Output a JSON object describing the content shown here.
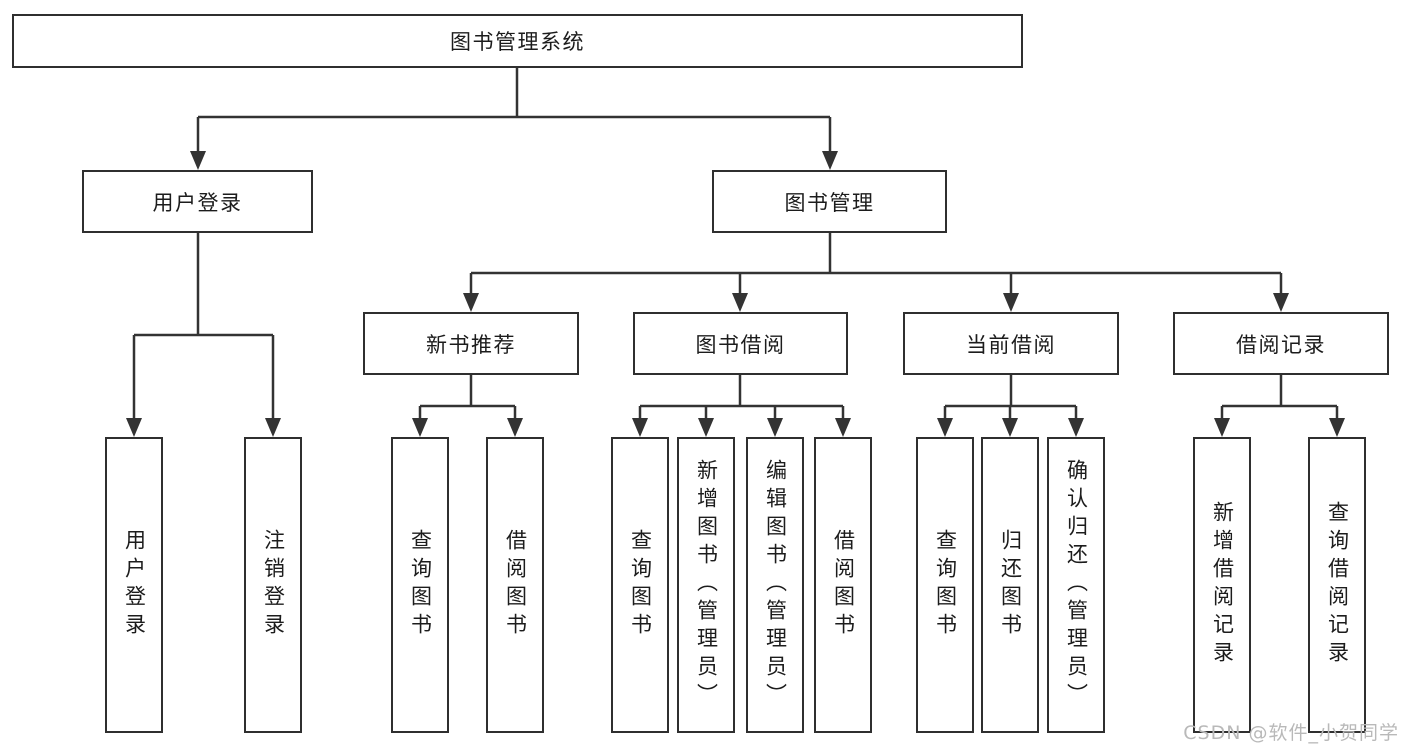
{
  "tree": {
    "label": "图书管理系统",
    "children": [
      {
        "label": "用户登录",
        "children": [
          {
            "label": "用户登录"
          },
          {
            "label": "注销登录"
          }
        ]
      },
      {
        "label": "图书管理",
        "children": [
          {
            "label": "新书推荐",
            "children": [
              {
                "label": "查询图书"
              },
              {
                "label": "借阅图书"
              }
            ]
          },
          {
            "label": "图书借阅",
            "children": [
              {
                "label": "查询图书"
              },
              {
                "label": "新增图书（管理员）"
              },
              {
                "label": "编辑图书（管理员）"
              },
              {
                "label": "借阅图书"
              }
            ]
          },
          {
            "label": "当前借阅",
            "children": [
              {
                "label": "查询图书"
              },
              {
                "label": "归还图书"
              },
              {
                "label": "确认归还（管理员）"
              }
            ]
          },
          {
            "label": "借阅记录",
            "children": [
              {
                "label": "新增借阅记录"
              },
              {
                "label": "查询借阅记录"
              }
            ]
          }
        ]
      }
    ]
  },
  "watermark": "CSDN @软件_小贺同学",
  "colors": {
    "line": "#333333",
    "border": "#2f2f2f",
    "text": "#1c1c1c",
    "watermark": "#b9b9b9",
    "background": "#ffffff"
  }
}
